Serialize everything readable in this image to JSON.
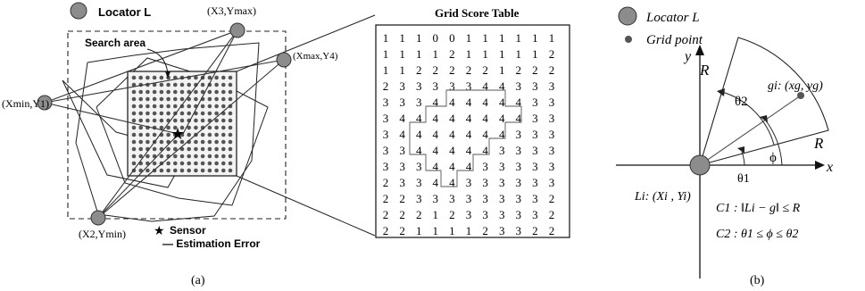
{
  "panel_a": {
    "caption": "(a)",
    "legend_locator": "Locator L",
    "search_area": "Search area",
    "legend_sensor": "Sensor",
    "legend_error": "— Estimation Error",
    "sensor_symbol": "★",
    "labels": {
      "x3_ymax": "(X3,Ymax)",
      "xmax_y4": "(Xmax,Y4)",
      "xmin_y1": "(Xmin,Y1)",
      "x2_ymin": "(X2,Ymin)"
    },
    "table_title": "Grid Score Table",
    "score_rows": [
      [
        1,
        1,
        1,
        0,
        0,
        1,
        1,
        1,
        1,
        1,
        1
      ],
      [
        1,
        1,
        1,
        1,
        2,
        1,
        1,
        1,
        1,
        1,
        2
      ],
      [
        1,
        1,
        2,
        2,
        2,
        2,
        2,
        1,
        2,
        2,
        2
      ],
      [
        2,
        3,
        3,
        3,
        3,
        3,
        4,
        4,
        3,
        3,
        3
      ],
      [
        3,
        3,
        3,
        4,
        4,
        4,
        4,
        4,
        4,
        3,
        3
      ],
      [
        3,
        4,
        4,
        4,
        4,
        4,
        4,
        4,
        4,
        3,
        3
      ],
      [
        3,
        4,
        4,
        4,
        4,
        4,
        4,
        4,
        3,
        3,
        3
      ],
      [
        3,
        3,
        4,
        4,
        4,
        4,
        4,
        3,
        3,
        3,
        3
      ],
      [
        3,
        3,
        3,
        4,
        4,
        4,
        3,
        3,
        3,
        3,
        3
      ],
      [
        2,
        3,
        3,
        4,
        4,
        3,
        3,
        3,
        3,
        3,
        3
      ],
      [
        2,
        2,
        3,
        3,
        3,
        3,
        3,
        3,
        3,
        3,
        2
      ],
      [
        2,
        2,
        2,
        1,
        2,
        3,
        3,
        3,
        3,
        3,
        2
      ],
      [
        2,
        2,
        1,
        1,
        1,
        1,
        2,
        3,
        3,
        2,
        2
      ]
    ]
  },
  "panel_b": {
    "caption": "(b)",
    "legend_locator": "Locator L",
    "legend_grid": "Grid point",
    "axis_y": "y",
    "axis_x": "x",
    "r_label": "R",
    "theta2": "θ2",
    "theta1": "θ1",
    "phi": "ϕ",
    "grid_label": "gi: (xg, yg)",
    "locator_label": "Li: (Xi , Yi)",
    "c1": "C1 : ‖Li − g‖ ≤ R",
    "c2": "C2 : θ1 ≤ ϕ ≤ θ2"
  }
}
